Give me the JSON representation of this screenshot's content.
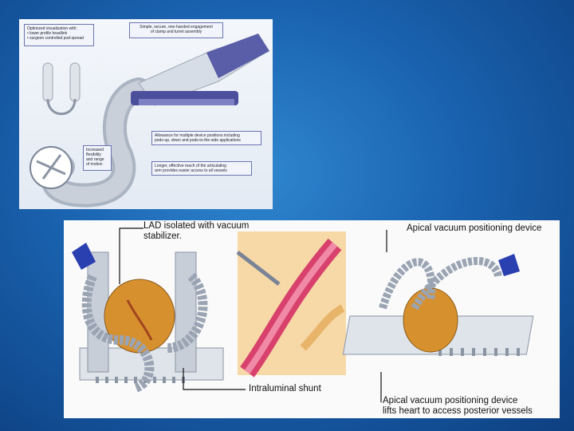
{
  "top_figure": {
    "callouts": {
      "visualization": {
        "line1": "Optimized visualization with:",
        "line2": "• lower profile headlink",
        "line3": "• surgeon controlled pod-spread"
      },
      "engagement": {
        "line1": "Simple, secure, one-handed engagement",
        "line2": "of clamp and turret assembly"
      },
      "positions": {
        "line1": "Allowance for multiple device positions including",
        "line2": "pods-up, down and pods-to-the-side applications"
      },
      "flexibility": {
        "line1": "Increased",
        "line2": "flexibility",
        "line3": "and range",
        "line4": "of motion"
      },
      "reach": {
        "line1": "Longer, effective reach of the articulating",
        "line2": "arm provides easier access to all vessels"
      }
    }
  },
  "bottom_figure": {
    "labels": {
      "lad_line1": "LAD isolated with vacuum",
      "lad_line2": "stabilizer.",
      "apical": "Apical vacuum positioning device",
      "shunt": "Intraluminal shunt",
      "lifts_line1": "Apical vacuum positioning device",
      "lifts_line2": "lifts heart to access posterior vessels"
    }
  },
  "colors": {
    "background": "#1a63b0",
    "device_purple": "#5a5ea8",
    "arm_gray": "#c7ced8",
    "heart_orange": "#d7902e",
    "tissue_pink": "#d8416b",
    "callout_border": "#6b74b0"
  }
}
